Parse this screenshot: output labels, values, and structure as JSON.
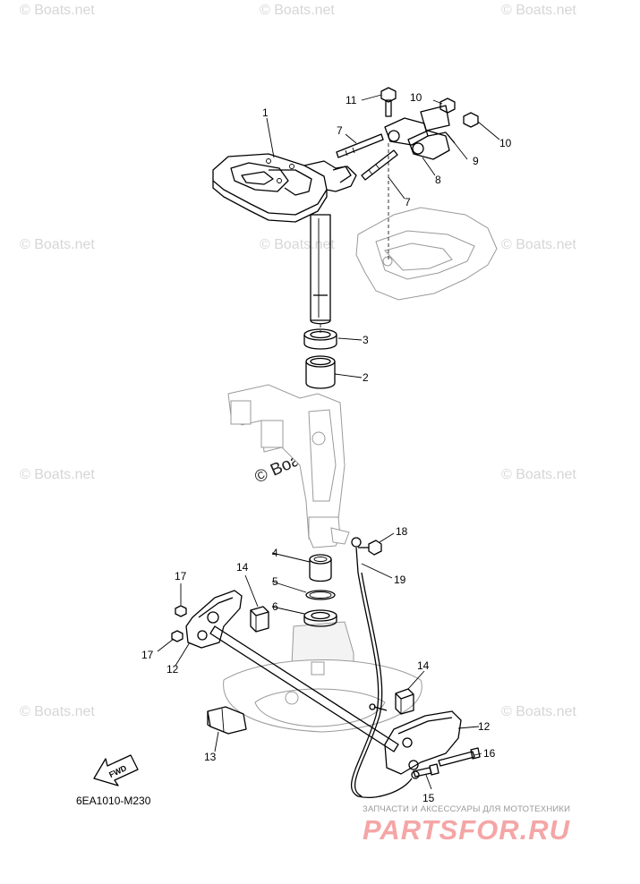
{
  "watermark": "© Boats.net",
  "diagram_code": "6EA1010-M230",
  "fwd_label": "FWD",
  "brand": {
    "subtitle": "ЗАПЧАСТИ И АКСЕССУАРЫ ДЛЯ МОТОТЕХНИКИ",
    "name": "PARTSFOR.RU"
  },
  "callouts": {
    "n1": "1",
    "n2": "2",
    "n3": "3",
    "n4": "4",
    "n5": "5",
    "n6": "6",
    "n7a": "7",
    "n7b": "7",
    "n8": "8",
    "n9": "9",
    "n10a": "10",
    "n10b": "10",
    "n11": "11",
    "n12a": "12",
    "n12b": "12",
    "n13": "13",
    "n14a": "14",
    "n14b": "14",
    "n15": "15",
    "n16": "16",
    "n17a": "17",
    "n17b": "17",
    "n18": "18",
    "n19": "19"
  }
}
